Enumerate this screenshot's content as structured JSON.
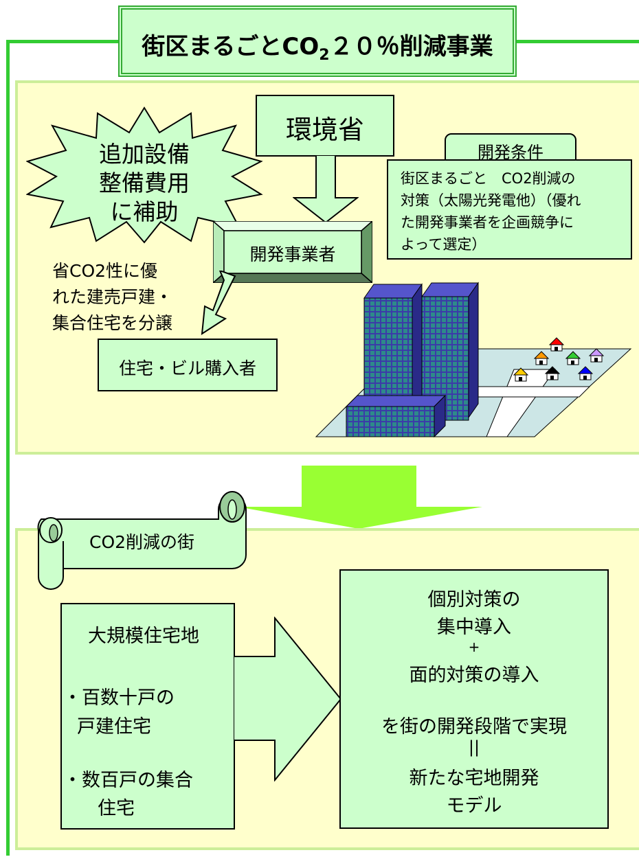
{
  "title": {
    "pre": "街区まるごとCO",
    "sub": "2",
    "post": "２０％削減事業"
  },
  "top_panel": {
    "ministry": "環境省",
    "subsidy_lines": [
      "追加設備",
      "整備費用",
      "に補助"
    ],
    "developer": "開発事業者",
    "conditions_title": "開発条件",
    "conditions_lines": [
      "街区まるごと　CO2削減の",
      "対策（太陽光発電他）（優れ",
      "た開発事業者を企画競争に",
      "よって選定）"
    ],
    "sell_lines": [
      "省CO2性に優",
      "れた建売戸建・",
      "集合住宅を分譲"
    ],
    "buyer": "住宅・ビル購入者",
    "house_colors": [
      "#ff0000",
      "#ff9900",
      "#33cc33",
      "#cc99ff",
      "#ffcc00",
      "#000000",
      "#0000ff",
      "#999999"
    ]
  },
  "bottom_panel": {
    "scroll_label": "CO2削減の街",
    "left_lines": [
      "大規模住宅地",
      "・百数十戸の",
      "戸建住宅",
      "・数百戸の集合",
      "住宅"
    ],
    "right_lines": [
      "個別対策の",
      "集中導入",
      "+",
      "面的対策の導入",
      "を街の開発段階で実現",
      "||",
      "新たな宅地開発",
      "モデル"
    ]
  },
  "colors": {
    "green_line": "#33cc33",
    "panel_fill": "#ffffcc",
    "box_fill": "#ccffcc",
    "arrow_green": "#99ff33",
    "building": "#3333aa",
    "ground": "#cce6e6"
  }
}
